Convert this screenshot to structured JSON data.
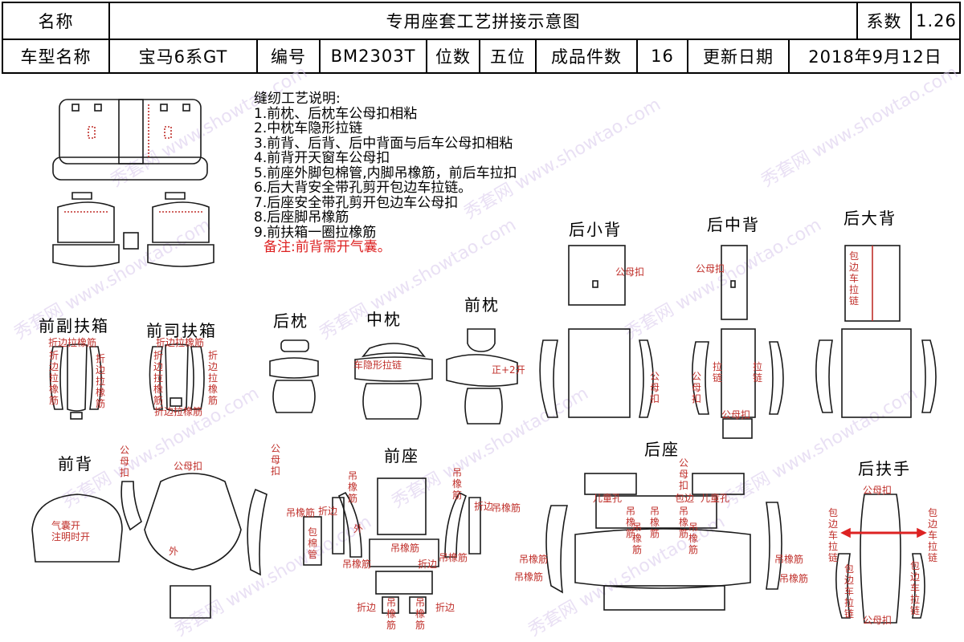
{
  "header": {
    "name_label": "名称",
    "title": "专用座套工艺拼接示意图",
    "coef_label": "系数",
    "coef_value": "1.26",
    "model_label": "车型名称",
    "model_value": "宝马6系GT",
    "code_label": "编号",
    "code_value": "BM2303T",
    "seats_label": "位数",
    "seats_value": "五位",
    "pieces_label": "成品件数",
    "pieces_value": "16",
    "date_label": "更新日期",
    "date_value": "2018年9月12日"
  },
  "notes": {
    "heading": "缝纫工艺说明:",
    "items": [
      "1.前枕、后枕车公母扣相粘",
      "2.中枕车隐形拉链",
      "3.前背、后背、后中背面与后车公母扣相粘",
      "4.前背开天窗车公母扣",
      "5.前座外脚包棉管,内脚吊橡筋，前后车拉扣",
      "6.后大背安全带孔剪开包边车拉链。",
      "7.后座安全带孔剪开包边车公母扣",
      "8.后座脚吊橡筋",
      "9.前扶箱一圈拉橡筋"
    ],
    "remark": "备注:前背需开气囊。"
  },
  "sections": {
    "front_passenger_box": "前副扶箱",
    "front_driver_box": "前司扶箱",
    "rear_headrest": "后枕",
    "middle_headrest": "中枕",
    "front_headrest": "前枕",
    "rear_small_back": "后小背",
    "rear_middle_back": "后中背",
    "rear_big_back": "后大背",
    "front_back": "前背",
    "front_seat": "前座",
    "rear_seat": "后座",
    "rear_armrest": "后扶手"
  },
  "annotations": {
    "fold_edge_elastic": "折边拉橡筋",
    "hidden_zipper": "车隐形拉链",
    "open_2": "正+2开",
    "snap": "公母扣",
    "edge_zipper": "包边车拉链",
    "zipper": "拉链",
    "airbag_note_1": "气囊开",
    "airbag_note_2": "注明时开",
    "outer": "外",
    "hang_elastic": "吊橡筋",
    "fold_edge": "折边",
    "cotton_tube": "包棉管",
    "child_hole": "儿童孔",
    "snap_edge": "包边"
  },
  "watermark": "秀套网 www.showtao.com"
}
